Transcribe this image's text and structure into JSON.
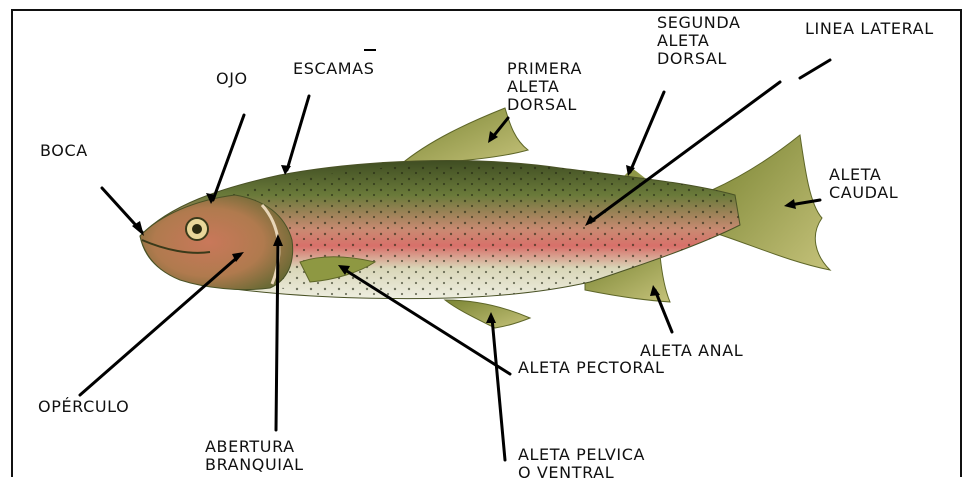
{
  "labels": {
    "boca": "BOCA",
    "ojo": "OJO",
    "escamas": "ESCAMAS",
    "primera_aleta_dorsal": [
      "PRIMERA",
      "ALETA",
      "DORSAL"
    ],
    "segunda_aleta_dorsal": [
      "SEGUNDA",
      "ALETA",
      "DORSAL"
    ],
    "linea_lateral": "LINEA LATERAL",
    "aleta_caudal": [
      "ALETA",
      "CAUDAL"
    ],
    "aleta_anal": "ALETA ANAL",
    "aleta_pectoral": "ALETA PECTORAL",
    "aleta_pelvica": [
      "ALETA PELVICA",
      "O VENTRAL"
    ],
    "abertura_branquial": [
      "ABERTURA",
      "BRANQUIAL"
    ],
    "operculo": "OPÉRCULO"
  },
  "colors": {
    "body_back": "#5b6f33",
    "body_belly": "#e6e6d2",
    "lateral_stripe": "#d8706a",
    "fin": "#9aa048",
    "spots": "#1f2410",
    "line": "#000000"
  },
  "illustration": "rainbow-trout"
}
